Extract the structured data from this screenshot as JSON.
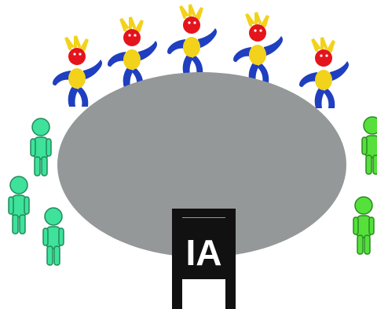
{
  "diagram": {
    "table": {
      "color": "#949898"
    },
    "chair": {
      "label": "IA",
      "color": "#111111",
      "label_color": "#ffffff"
    },
    "mascots": {
      "count": 5,
      "colors": {
        "head": "#e4141c",
        "body": "#f2d21a",
        "limbs": "#1f3fc0",
        "hair": "#f2d21a",
        "eyes": "#ffffff"
      }
    },
    "people": [
      {
        "id": "left-1",
        "color": "#3ee29a",
        "outline": "#1f8a5a"
      },
      {
        "id": "left-2",
        "color": "#3ee29a",
        "outline": "#1f8a5a"
      },
      {
        "id": "left-3",
        "color": "#3ee29a",
        "outline": "#1f8a5a"
      },
      {
        "id": "right-1",
        "color": "#55e03c",
        "outline": "#2a8a1f"
      },
      {
        "id": "right-2",
        "color": "#55e03c",
        "outline": "#2a8a1f"
      }
    ]
  }
}
